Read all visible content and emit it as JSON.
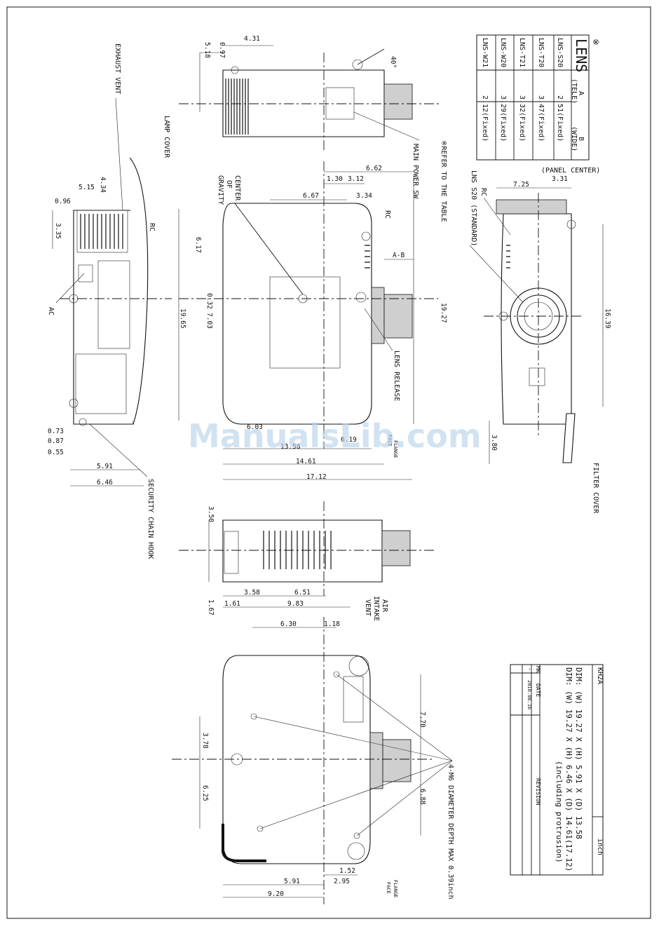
{
  "watermark": "ManualsLib.com",
  "lens_table": {
    "star": "※",
    "title": "LENS",
    "col_a": "A",
    "col_a_sub": "(TELE)",
    "col_b": "B",
    "col_b_sub": "(WIDE)",
    "rows": [
      {
        "lens": "LNS-S20",
        "a": "2.51",
        "b": "(Fixed)"
      },
      {
        "lens": "LNS-T20",
        "a": "3.47",
        "b": "(Fixed)"
      },
      {
        "lens": "LNS-T21",
        "a": "3.32",
        "b": "(Fixed)"
      },
      {
        "lens": "LNS-W20",
        "a": "3.29",
        "b": "(Fixed)"
      },
      {
        "lens": "LNS-W21",
        "a": "2.12",
        "b": "(Fixed)"
      }
    ]
  },
  "title_block": {
    "model": "KH2A",
    "unit": "inch",
    "dim1": "DIM: (W) 19.27 X (H) 5.91 X (D) 13.58",
    "dim2": "DIM: (W) 19.27 X (H) 6.46 X (D) 14.61(17.12)",
    "dim3": "(including protrusion)",
    "mk_label": "MK",
    "date_label": "DATE",
    "revision_label": "REVISION",
    "mk_value": "-",
    "date_value": "2010.08.16"
  },
  "labels": {
    "exhaust_vent": "EXHAUST VENT",
    "lamp_cover": "LAMP COVER",
    "rc_left": "RC",
    "ac": "AC",
    "security_chain_hook": "SECURITY CHAIN HOOK",
    "center_of_gravity_1": "CENTER",
    "center_of_gravity_2": "OF",
    "center_of_gravity_3": "GRAVITY",
    "rc_top": "RC",
    "main_power_sw": "MAIN POWER SW",
    "refer_table": "※REFER TO THE TABLE",
    "lens_release": "LENS RELEASE",
    "flange_face_1a": "FLANGE",
    "flange_face_1b": "FACE",
    "panel_center": "(PANEL CENTER)",
    "lns_s20_standard": "LNS S20 (STANDARD)",
    "rc_right": "RC",
    "filter_cover": "FILTER COVER",
    "air_intake_1": "AIR",
    "air_intake_2": "INTAKE",
    "air_intake_3": "VENT",
    "m6_holes": "4-M6 DIAMETER DEPTH MAX 0.39inch",
    "flange_face_2a": "FLANGE",
    "flange_face_2b": "FACE",
    "a_minus_b": "A-B",
    "angle": "40°"
  },
  "dims": {
    "d_431": "4.31",
    "d_097": "0.97",
    "d_518": "5.18",
    "d_515": "5.15",
    "d_434": "4.34",
    "d_096": "0.96",
    "d_335": "3.35",
    "d_073": "0.73",
    "d_087": "0.87",
    "d_055": "0.55",
    "d_591a": "5.91",
    "d_646": "6.46",
    "d_662": "6.62",
    "d_130": "1.30",
    "d_312": "3.12",
    "d_667": "6.67",
    "d_334": "3.34",
    "d_617": "6.17",
    "d_032": "0.32",
    "d_703": "7.03",
    "d_1965": "19.65",
    "d_1927": "19.27",
    "d_603": "6.03",
    "d_619": "6.19",
    "d_1358": "13.58",
    "d_1461": "14.61",
    "d_1712": "17.12",
    "d_725": "7.25",
    "d_331": "3.31",
    "d_1639": "16.39",
    "d_380": "3.80",
    "d_350": "3.50",
    "d_358": "3.58",
    "d_651": "6.51",
    "d_161": "1.61",
    "d_983": "9.83",
    "d_167": "1.67",
    "d_630": "6.30",
    "d_118": "1.18",
    "d_770": "7.70",
    "d_378": "3.78",
    "d_625": "6.25",
    "d_688": "6.88",
    "d_152": "1.52",
    "d_591b": "5.91",
    "d_295": "2.95",
    "d_920": "9.20"
  }
}
